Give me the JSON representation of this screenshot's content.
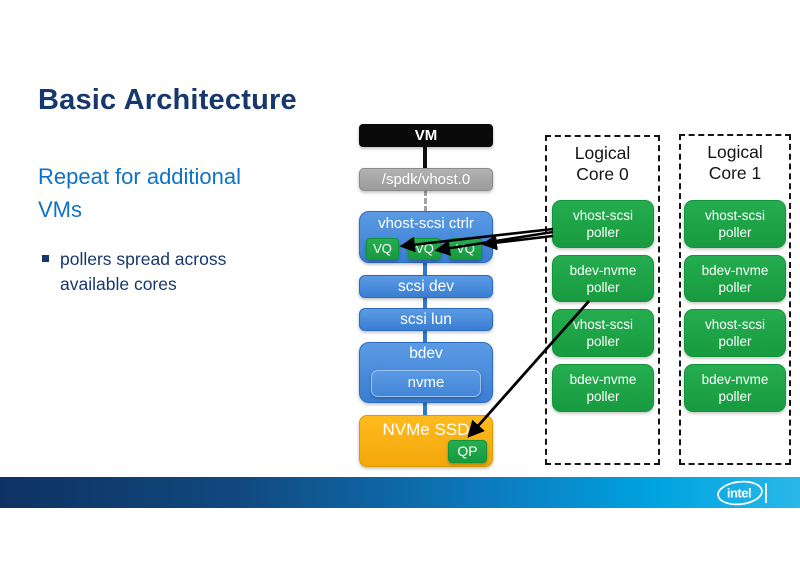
{
  "slide": {
    "title": "Basic Architecture",
    "subtitle_lines": [
      "Repeat for additional",
      "VMs"
    ],
    "bullet_lines": [
      "pollers spread across",
      "available cores"
    ]
  },
  "stack": {
    "vm_label": "VM",
    "socket_label": "/spdk/vhost.0",
    "controller_label": "vhost-scsi ctrlr",
    "vq_labels": [
      "VQ",
      "VQ",
      "VQ"
    ],
    "scsi_dev_label": "scsi dev",
    "scsi_lun_label": "scsi lun",
    "bdev_label": "bdev",
    "nvme_label": "nvme",
    "ssd_label": "NVMe SSD",
    "qp_label": "QP"
  },
  "cores": [
    {
      "title_lines": [
        "Logical",
        "Core 0"
      ],
      "pollers": [
        "vhost-scsi poller",
        "bdev-nvme poller",
        "vhost-scsi poller",
        "bdev-nvme poller"
      ]
    },
    {
      "title_lines": [
        "Logical",
        "Core 1"
      ],
      "pollers": [
        "vhost-scsi poller",
        "bdev-nvme poller",
        "vhost-scsi poller",
        "bdev-nvme poller"
      ]
    }
  ],
  "footer": {
    "logo_text": "intel"
  },
  "colors": {
    "title_blue": "#17386c",
    "accent_blue": "#1072c5",
    "box_blue": "#3a7ed2",
    "box_blue_border": "#2c6cc0",
    "green": "#1ea64a",
    "green_border": "#12953a",
    "gray": "#a5a5a5",
    "orange": "#f9b115",
    "vm_black": "#0a0a0a",
    "footer_gradient_left": "#0e3263",
    "footer_gradient_right": "#2ab7e9"
  }
}
